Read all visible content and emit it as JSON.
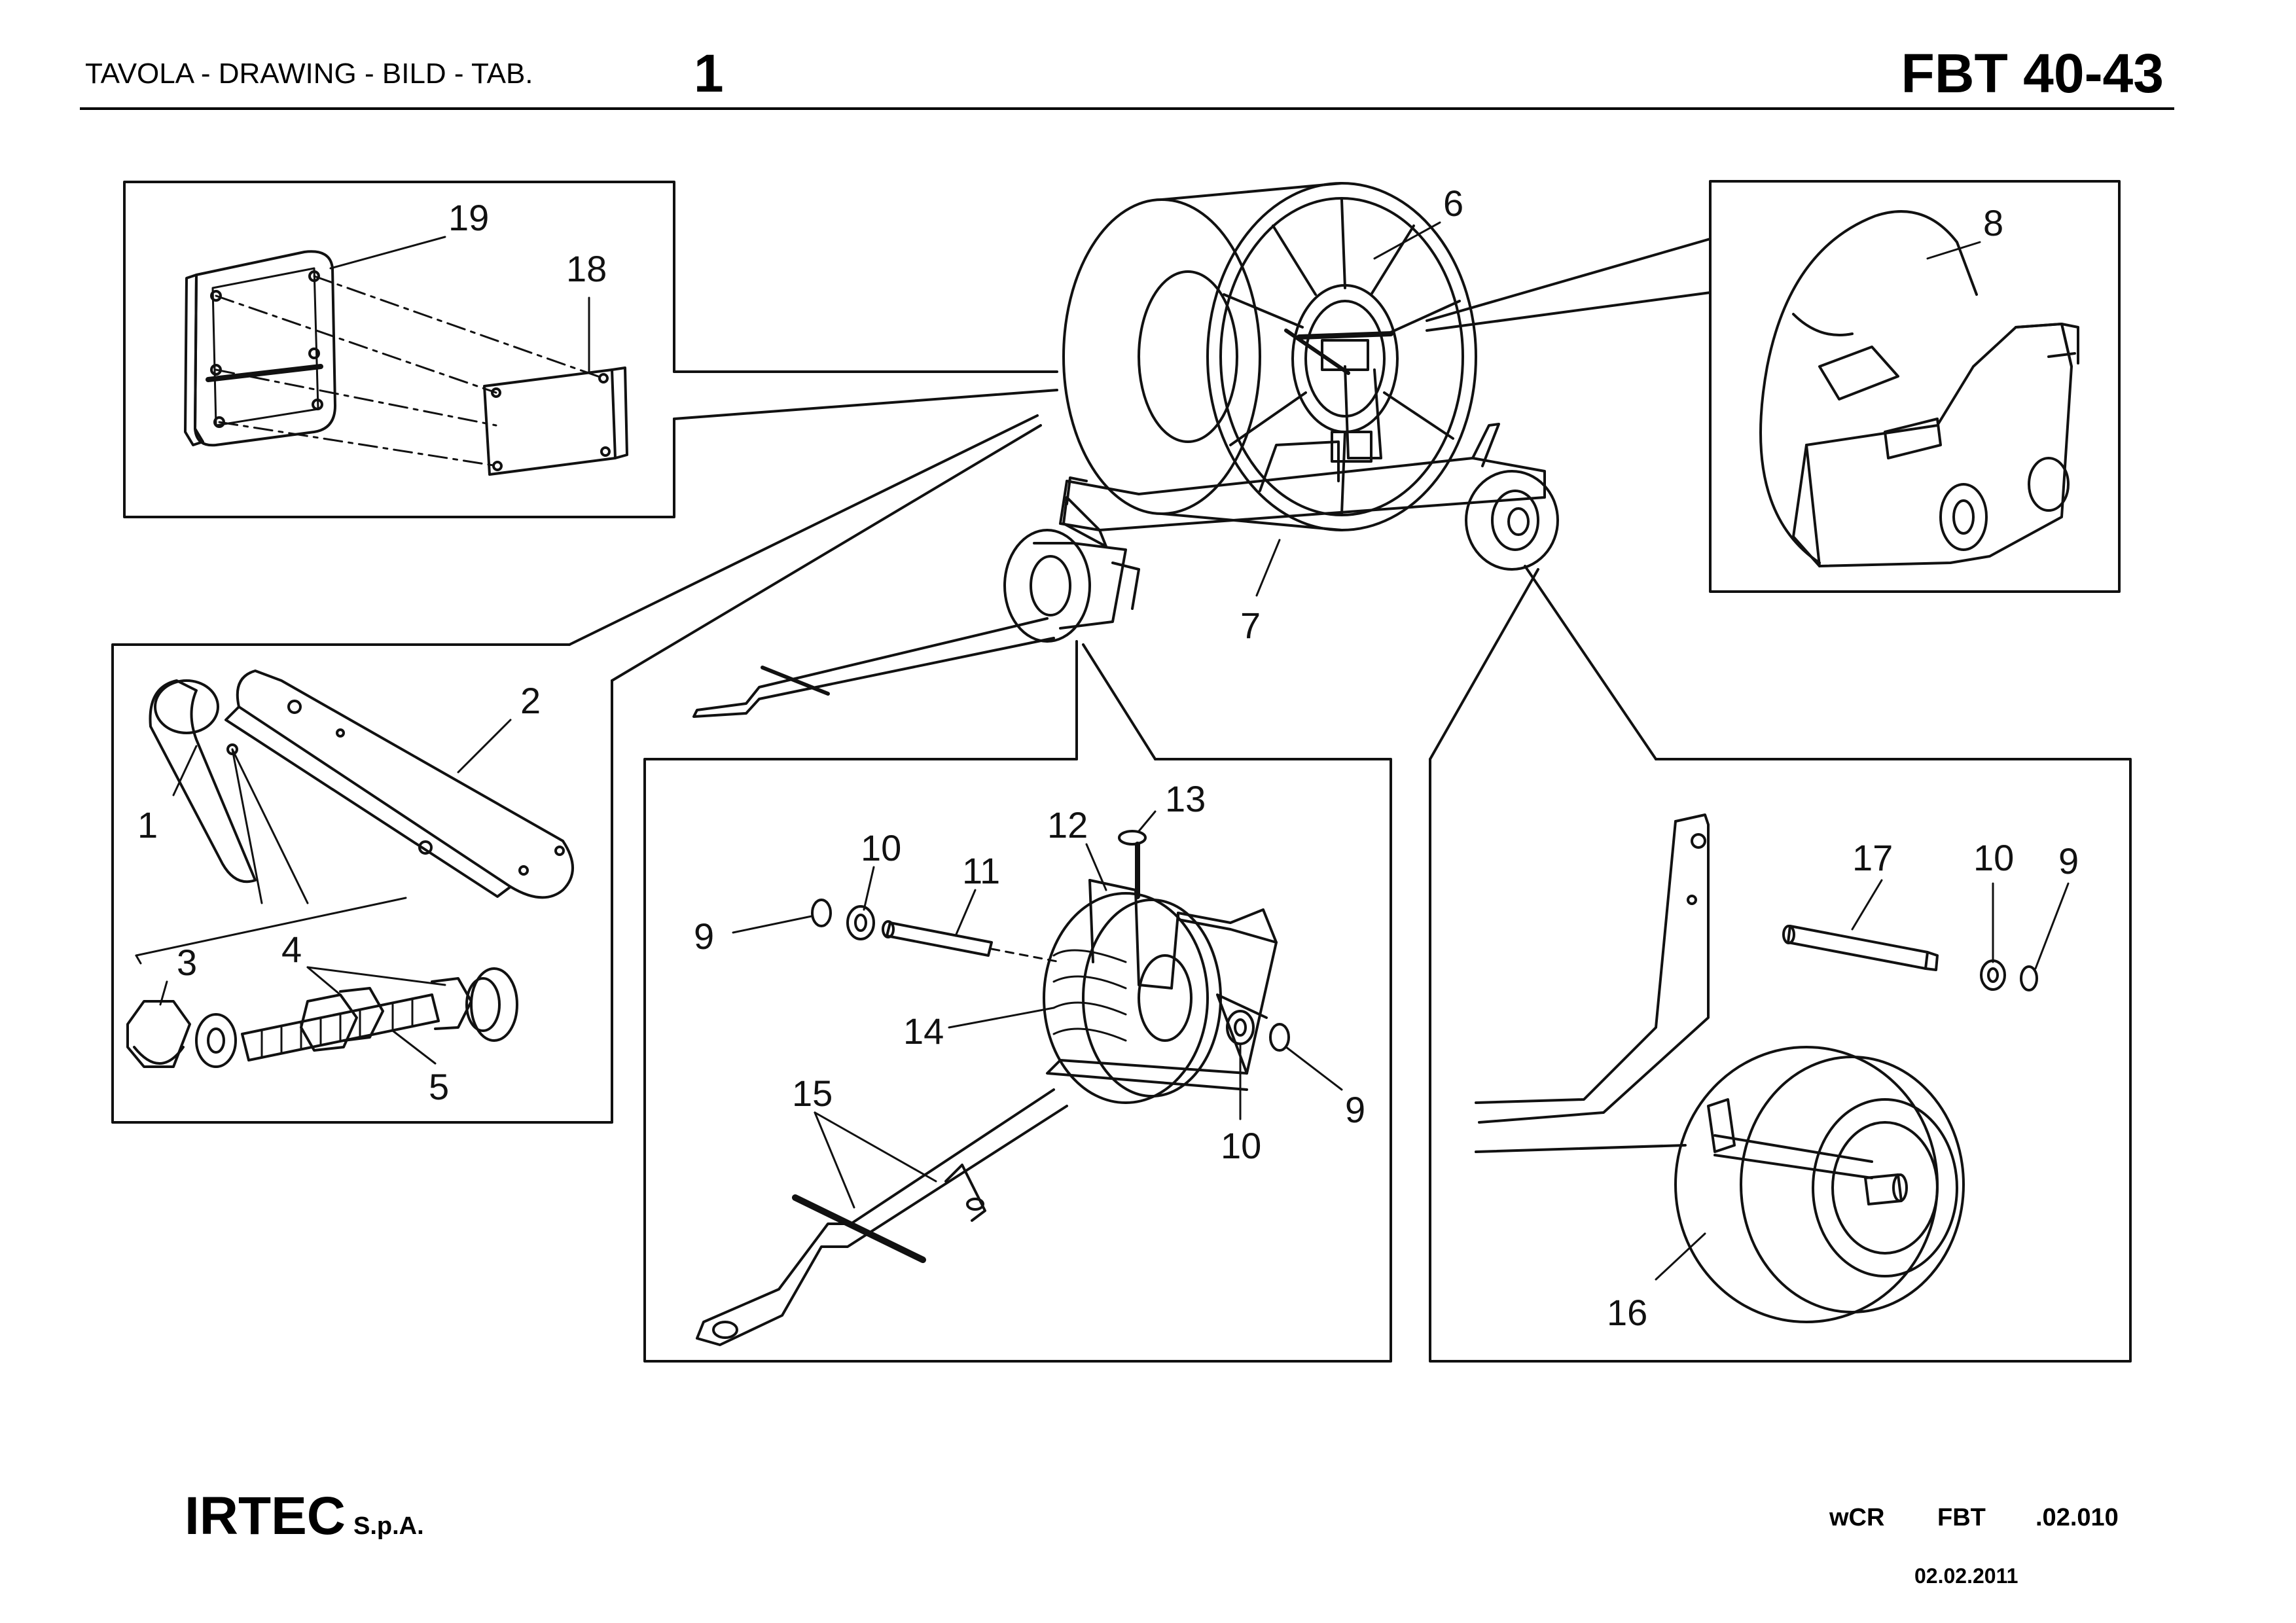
{
  "header": {
    "left_label": "TAVOLA - DRAWING - BILD - TAB.",
    "table_number": "1",
    "model": "FBT 40-43"
  },
  "footer": {
    "company": "IRTEC",
    "company_suffix": "S.p.A.",
    "codes": [
      "wCR",
      "FBT",
      ".02.010"
    ],
    "date": "02.02.2011"
  },
  "callouts": {
    "panel_plate": [
      "19",
      "18"
    ],
    "panel_reel": [
      "6",
      "7"
    ],
    "panel_drive": [
      "8"
    ],
    "panel_pads": [
      "2",
      "1",
      "4",
      "3",
      "5"
    ],
    "panel_front_wheel": [
      "13",
      "12",
      "10",
      "11",
      "9",
      "14",
      "9",
      "10",
      "15"
    ],
    "panel_rear_wheel": [
      "17",
      "10",
      "9",
      "16"
    ]
  }
}
